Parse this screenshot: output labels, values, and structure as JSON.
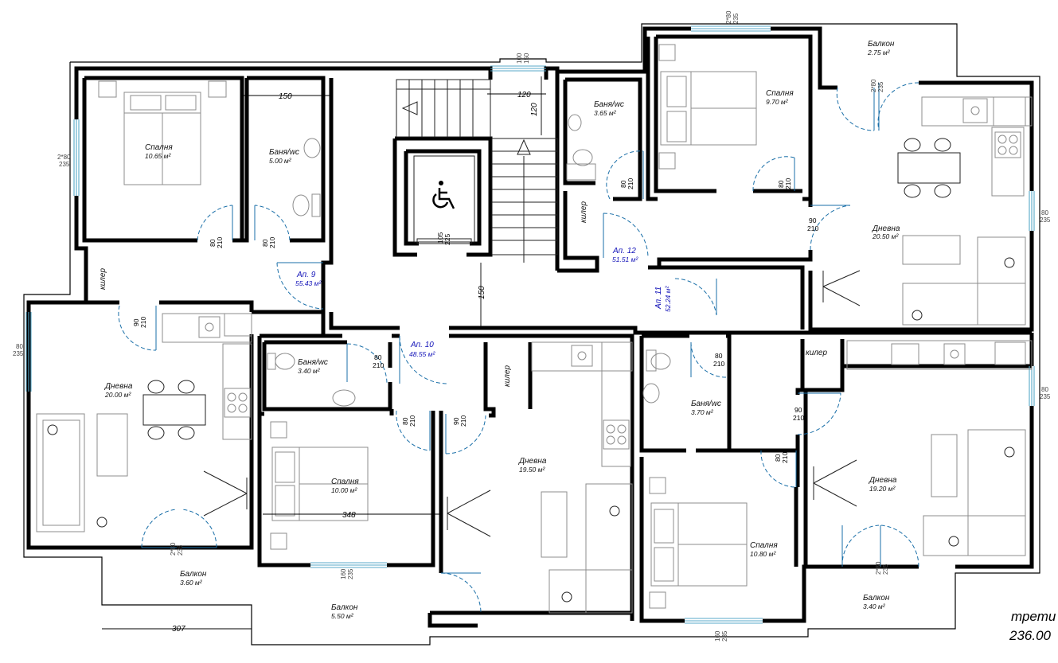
{
  "plan": {
    "floor_label": "трети",
    "floor_level": "236.00"
  },
  "apartments": [
    {
      "name": "Ап. 9",
      "area": "55.43 м²"
    },
    {
      "name": "Ап. 10",
      "area": "48.55 м²"
    },
    {
      "name": "Ап. 11",
      "area": "52.24 м²"
    },
    {
      "name": "Ап. 12",
      "area": "51.51 м²"
    }
  ],
  "rooms": [
    {
      "name": "Спалня",
      "area": "10.65 м²"
    },
    {
      "name": "Баня/wc",
      "area": "5.00 м²"
    },
    {
      "name": "Дневна",
      "area": "20.00 м²"
    },
    {
      "name": "Балкон",
      "area": "3.60 м²"
    },
    {
      "name": "Баня/wc",
      "area": "3.40 м²"
    },
    {
      "name": "Спалня",
      "area": "10.00 м²"
    },
    {
      "name": "Балкон",
      "area": "5.50 м²"
    },
    {
      "name": "Дневна",
      "area": "19.50 м²"
    },
    {
      "name": "Баня/wc",
      "area": "3.70 м²"
    },
    {
      "name": "Спалня",
      "area": "10.80 м²"
    },
    {
      "name": "Дневна",
      "area": "19.20 м²"
    },
    {
      "name": "Балкон",
      "area": "3.40 м²"
    },
    {
      "name": "Баня/wc",
      "area": "3.65 м²"
    },
    {
      "name": "Спалня",
      "area": "9.70 м²"
    },
    {
      "name": "Дневна",
      "area": "20.50 м²"
    },
    {
      "name": "Балкон",
      "area": "2.75 м²"
    }
  ],
  "storage_label": "килер",
  "dimensions": {
    "d150_top": "150",
    "d120_h": "120",
    "d120_v": "120",
    "d150_stair": "150",
    "d348": "348",
    "d307": "307"
  },
  "doors": [
    {
      "top": "80",
      "bottom": "210"
    },
    {
      "top": "80",
      "bottom": "210"
    },
    {
      "top": "90",
      "bottom": "210"
    },
    {
      "top": "80",
      "bottom": "210"
    },
    {
      "top": "80",
      "bottom": "210"
    },
    {
      "top": "90",
      "bottom": "210"
    },
    {
      "top": "80",
      "bottom": "210"
    },
    {
      "top": "90",
      "bottom": "210"
    },
    {
      "top": "80",
      "bottom": "210"
    },
    {
      "top": "80",
      "bottom": "210"
    },
    {
      "top": "80",
      "bottom": "210"
    },
    {
      "top": "90",
      "bottom": "210"
    },
    {
      "top": "105",
      "bottom": "225"
    }
  ],
  "windows": [
    {
      "top": "2*80",
      "bottom": "235"
    },
    {
      "top": "80",
      "bottom": "235"
    },
    {
      "top": "2*80",
      "bottom": "235"
    },
    {
      "top": "160",
      "bottom": "235"
    },
    {
      "top": "100",
      "bottom": "150"
    },
    {
      "top": "2*80",
      "bottom": "235"
    },
    {
      "top": "2*80",
      "bottom": "235"
    },
    {
      "top": "80",
      "bottom": "235"
    },
    {
      "top": "80",
      "bottom": "235"
    },
    {
      "top": "2*80",
      "bottom": "235"
    },
    {
      "top": "160",
      "bottom": "235"
    }
  ]
}
